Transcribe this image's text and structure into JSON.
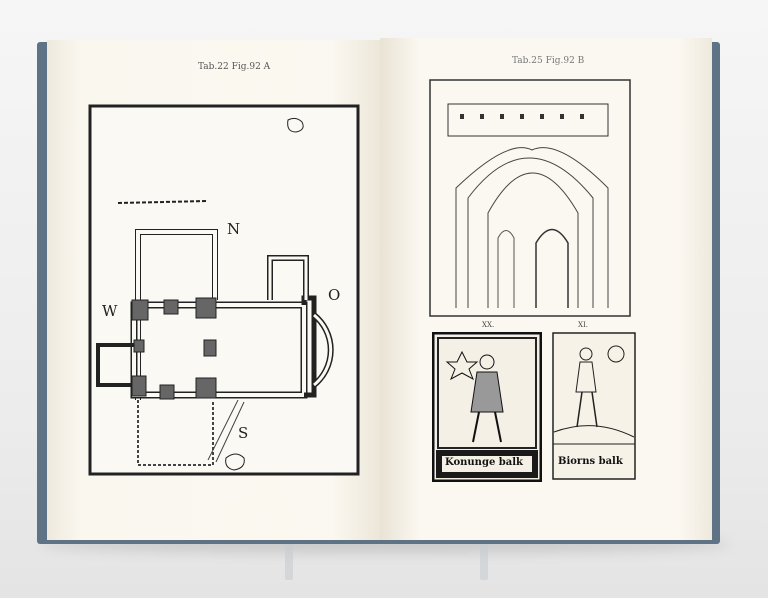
{
  "book": {
    "left_page": {
      "caption": "Tab.22 Fig.92 A",
      "compass": {
        "north": "N",
        "west": "W",
        "east": "O",
        "south": "S"
      }
    },
    "right_page": {
      "caption": "Tab.25 Fig.92 B",
      "panel_numbers": [
        "XX.",
        "XI."
      ],
      "woodcut_left_title": "Konunge balk",
      "woodcut_right_title": "Biorns balk"
    }
  }
}
